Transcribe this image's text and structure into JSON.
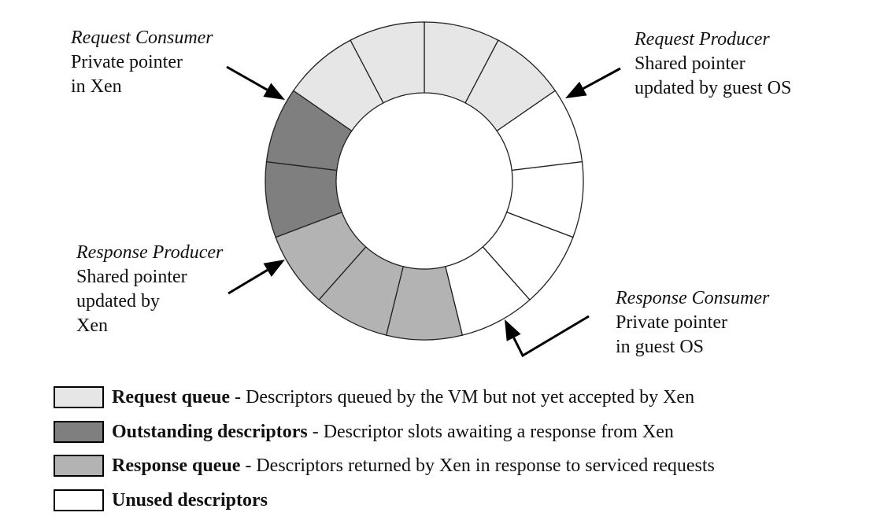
{
  "colors": {
    "request_queue": "#e6e6e6",
    "outstanding": "#7f7f7f",
    "response_queue": "#b3b3b3",
    "unused": "#ffffff"
  },
  "ring_segments": [
    "request",
    "request",
    "unused",
    "unused",
    "unused",
    "unused",
    "response",
    "response",
    "response",
    "outstanding",
    "outstanding",
    "request",
    "request"
  ],
  "callouts": {
    "request_consumer": {
      "title": "Request Consumer",
      "lines": [
        "Private pointer",
        "in Xen"
      ]
    },
    "request_producer": {
      "title": "Request Producer",
      "lines": [
        "Shared pointer",
        "updated by guest OS"
      ]
    },
    "response_producer": {
      "title": "Response Producer",
      "lines": [
        "Shared pointer",
        "updated by",
        "Xen"
      ]
    },
    "response_consumer": {
      "title": "Response Consumer",
      "lines": [
        "Private pointer",
        "in guest OS"
      ]
    }
  },
  "legend": [
    {
      "swatch": "request_queue",
      "bold": "Request queue",
      "text": " - Descriptors queued by the VM but not yet accepted by Xen"
    },
    {
      "swatch": "outstanding",
      "bold": "Outstanding descriptors",
      "text": " - Descriptor slots awaiting a response from Xen"
    },
    {
      "swatch": "response_queue",
      "bold": "Response queue",
      "text": " - Descriptors returned by Xen in response to serviced requests"
    },
    {
      "swatch": "unused",
      "bold": "Unused descriptors",
      "text": ""
    }
  ]
}
